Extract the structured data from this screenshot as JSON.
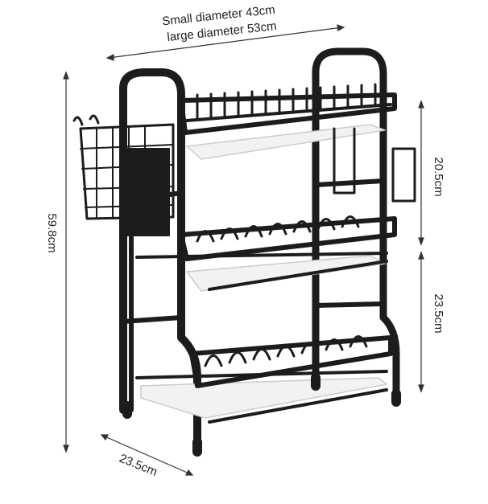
{
  "dimensions": {
    "top_small": "Small diameter 43cm",
    "top_large": "large diameter 53cm",
    "right_upper": "20.5cm",
    "right_lower": "23.5cm",
    "left_height": "59.8cm",
    "bottom_depth": "23.5cm"
  },
  "colors": {
    "frame": "#1c1c1c",
    "tray": "#f2f2f2",
    "line": "#333333"
  }
}
